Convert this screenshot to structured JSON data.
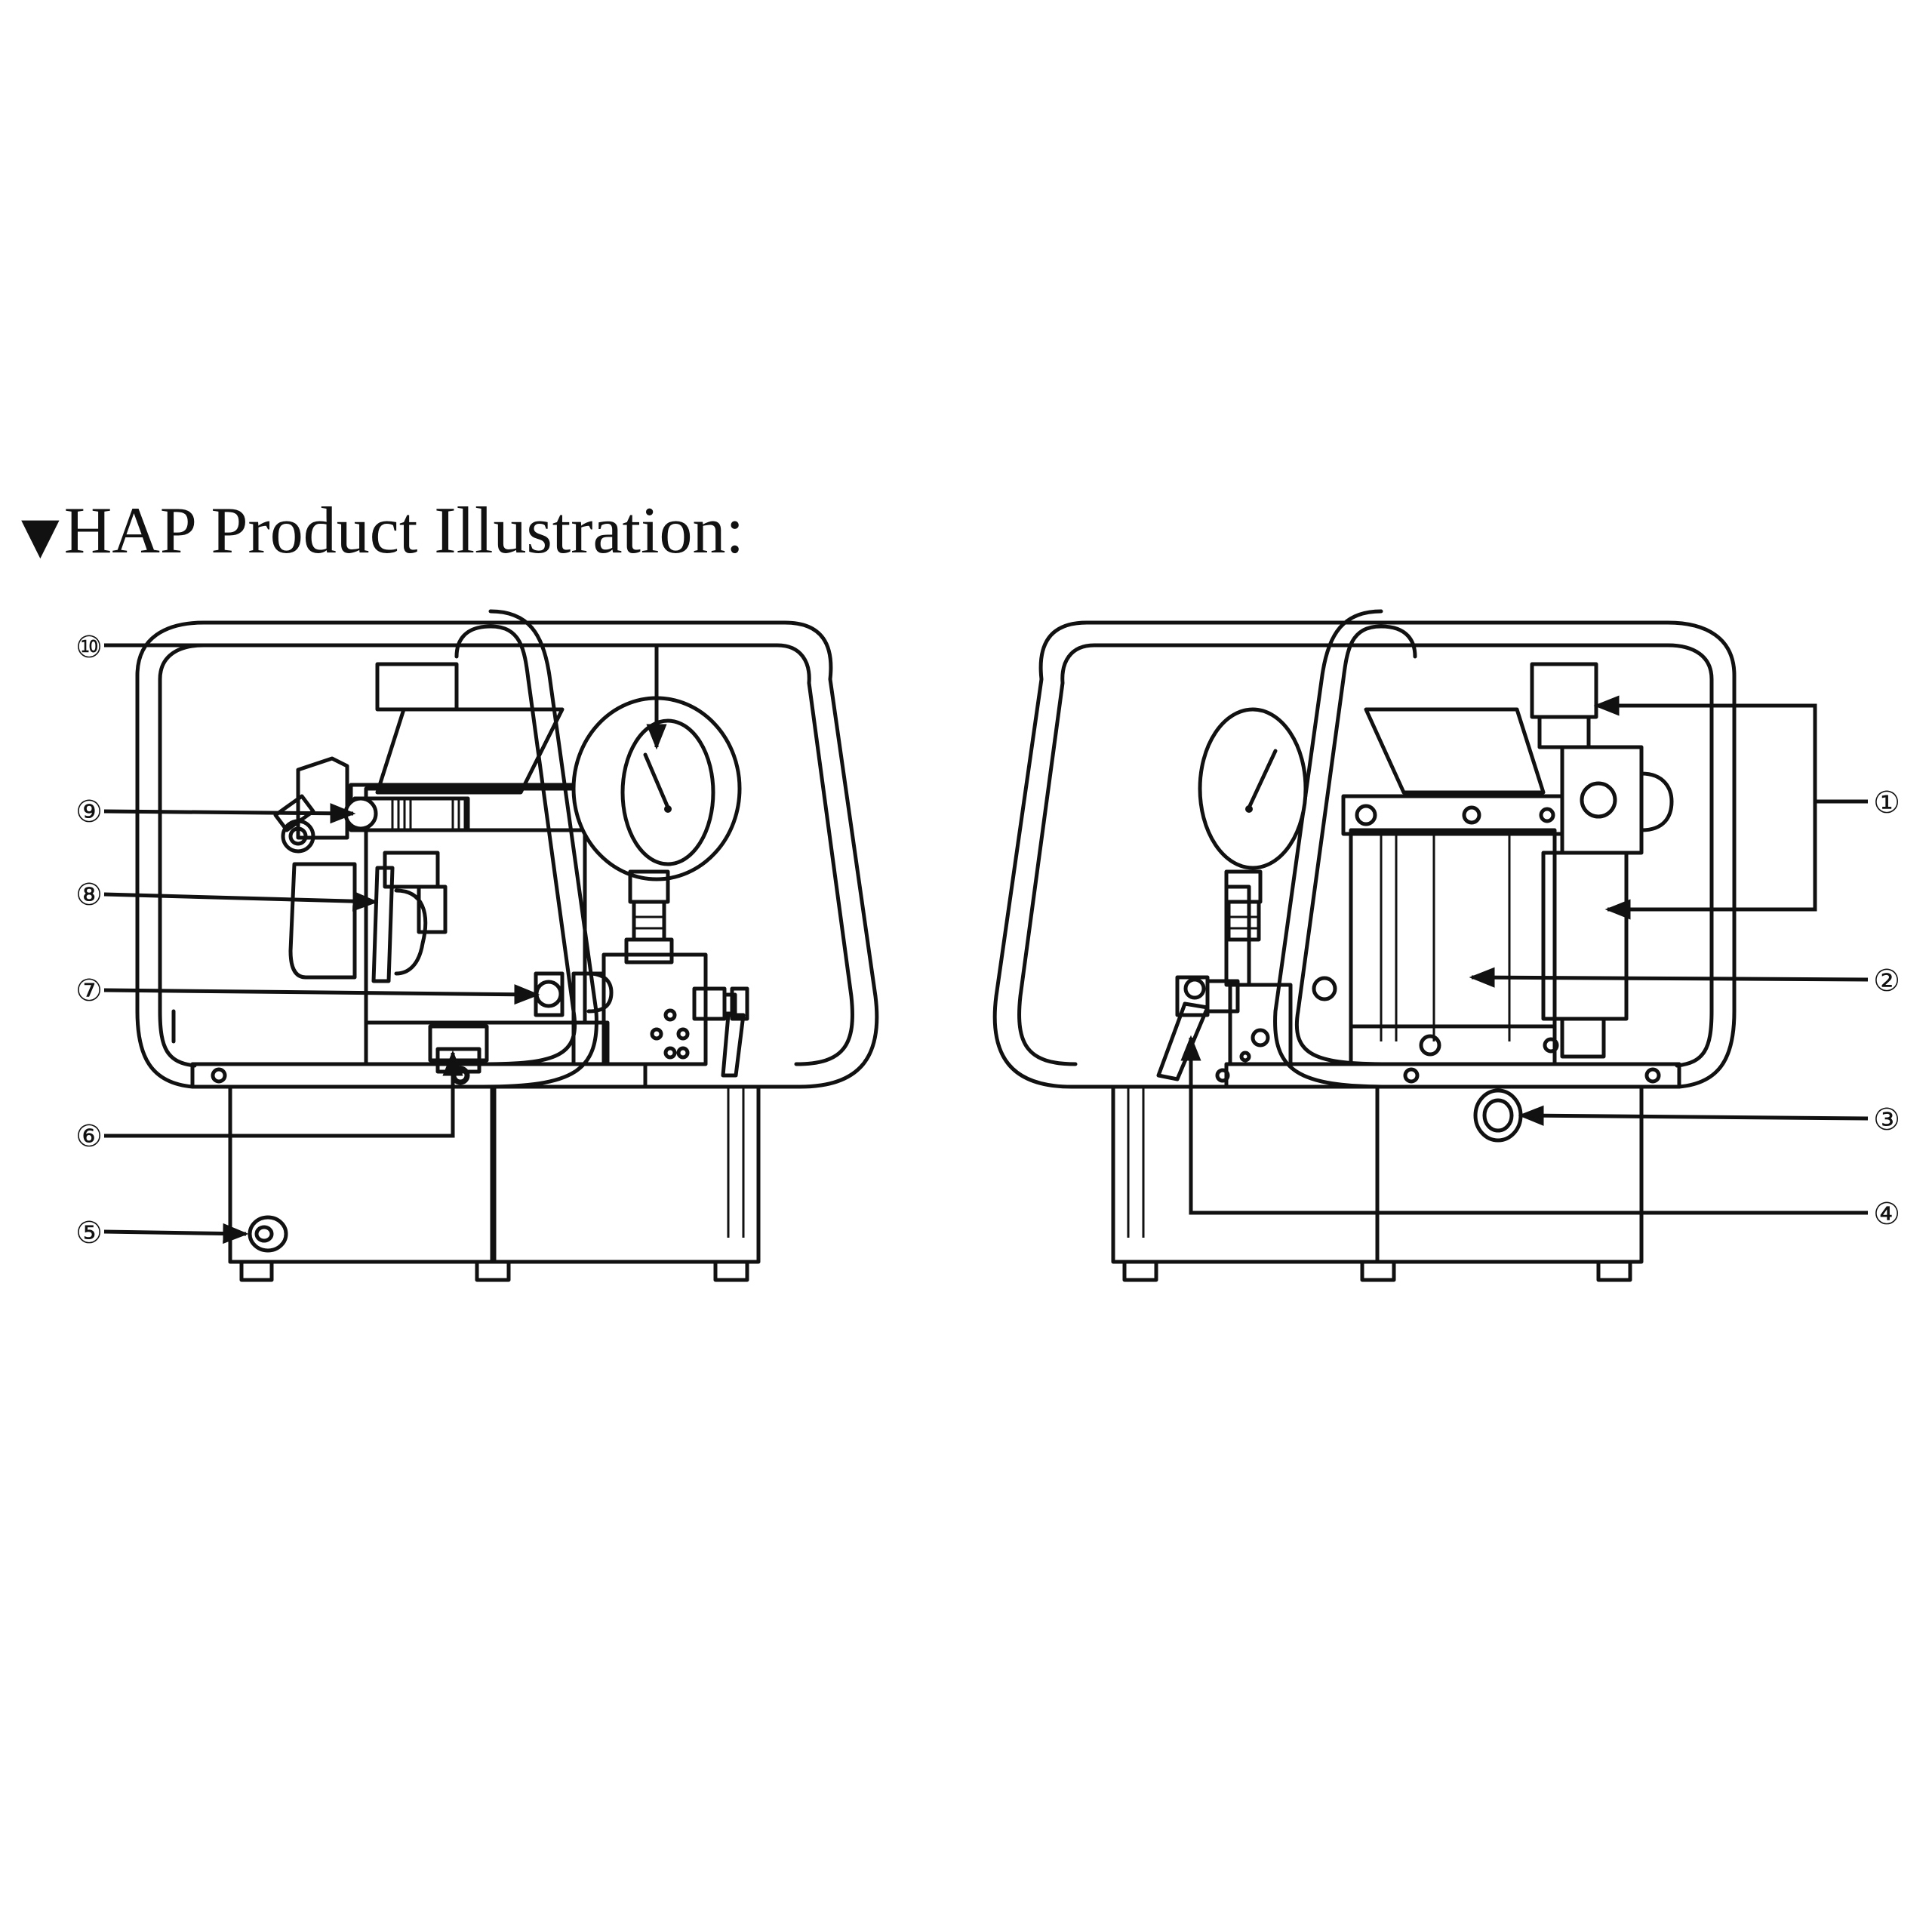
{
  "heading": {
    "marker": "▼",
    "text": "HAP Product Illustration:"
  },
  "callouts": [
    {
      "label": "①",
      "view": "right"
    },
    {
      "label": "②",
      "view": "right"
    },
    {
      "label": "③",
      "view": "right"
    },
    {
      "label": "④",
      "view": "right"
    },
    {
      "label": "⑤",
      "view": "left"
    },
    {
      "label": "⑥",
      "view": "left"
    },
    {
      "label": "⑦",
      "view": "left"
    },
    {
      "label": "⑧",
      "view": "left"
    },
    {
      "label": "⑨",
      "view": "left"
    },
    {
      "label": "⑩",
      "view": "left"
    }
  ],
  "colors": {
    "line": "#111111",
    "background": "#ffffff"
  }
}
